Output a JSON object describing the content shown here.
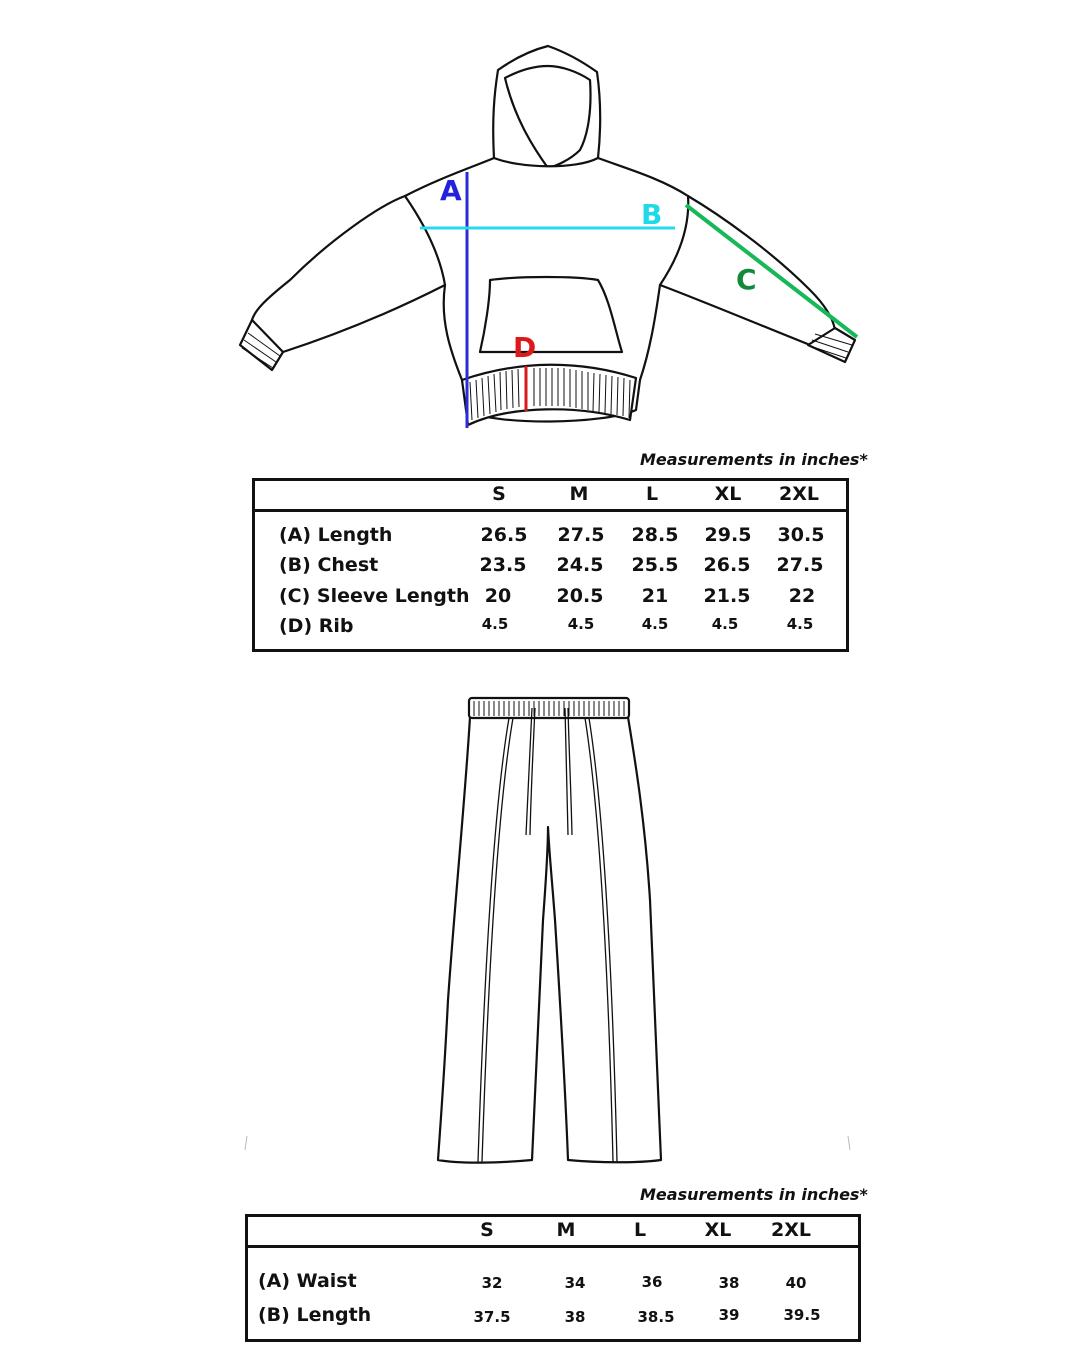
{
  "hoodie": {
    "diagram_labels": {
      "A": {
        "text": "A",
        "color": "#2222dd"
      },
      "B": {
        "text": "B",
        "color": "#1ed9e8"
      },
      "C": {
        "text": "C",
        "color": "#138a3a"
      },
      "D": {
        "text": "D",
        "color": "#dd1a1a"
      }
    },
    "line_colors": {
      "A": "#2b2bd9",
      "B": "#28d8ee",
      "C": "#16b857",
      "D": "#d41c1c"
    },
    "note": "Measurements in inches*",
    "table": {
      "columns": [
        "S",
        "M",
        "L",
        "XL",
        "2XL"
      ],
      "rows": [
        {
          "label": "(A) Length",
          "values": [
            "26.5",
            "27.5",
            "28.5",
            "29.5",
            "30.5"
          ]
        },
        {
          "label": "(B) Chest",
          "values": [
            "23.5",
            "24.5",
            "25.5",
            "26.5",
            "27.5"
          ]
        },
        {
          "label": "(C) Sleeve Length",
          "values": [
            "20",
            "20.5",
            "21",
            "21.5",
            "22"
          ]
        },
        {
          "label": "(D) Rib",
          "values": [
            "4.5",
            "4.5",
            "4.5",
            "4.5",
            "4.5"
          ]
        }
      ]
    }
  },
  "pants": {
    "note": "Measurements in inches*",
    "table": {
      "columns": [
        "S",
        "M",
        "L",
        "XL",
        "2XL"
      ],
      "rows": [
        {
          "label": "(A) Waist",
          "values": [
            "32",
            "34",
            "36",
            "38",
            "40"
          ]
        },
        {
          "label": "(B)  Length",
          "values": [
            "37.5",
            "38",
            "38.5",
            "39",
            "39.5"
          ]
        }
      ]
    }
  }
}
